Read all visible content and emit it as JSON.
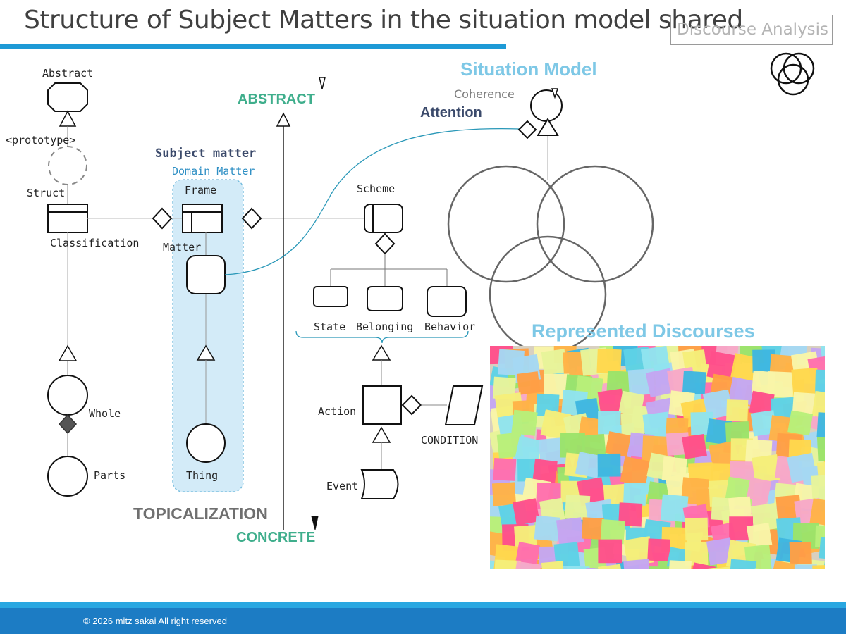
{
  "header": {
    "title": "Structure of Subject Matters in the situation model shared",
    "category_tag": "Discourse Analysis"
  },
  "diagram": {
    "left_hierarchy": {
      "abstract": "Abstract",
      "prototype": "<prototype>",
      "struct": "Struct",
      "classification": "Classification",
      "whole": "Whole",
      "parts": "Parts"
    },
    "subject_matter": {
      "heading": "Subject matter",
      "subheading": "Domain Matter",
      "frame": "Frame",
      "matter": "Matter",
      "thing": "Thing"
    },
    "axis": {
      "top": "ABSTRACT",
      "bottom": "CONCRETE",
      "topicalization": "TOPICALIZATION"
    },
    "scheme": {
      "label": "Scheme",
      "state": "State",
      "belonging": "Belonging",
      "behavior": "Behavior",
      "action": "Action",
      "condition": "CONDITION",
      "event": "Event"
    },
    "situation_model": {
      "title": "Situation Model",
      "coherence": "Coherence",
      "attention": "Attention"
    },
    "represented_discourses": {
      "title": "Represented Discourses"
    }
  },
  "footer": {
    "copyright": "© 2026 mitz sakai All right reserved"
  },
  "colors": {
    "accent_blue": "#1e9ad6",
    "teal": "#3fae8c",
    "light_blue": "#7ec8e6",
    "navy": "#3b4a6b",
    "panel_fill": "#d3ebf8"
  }
}
